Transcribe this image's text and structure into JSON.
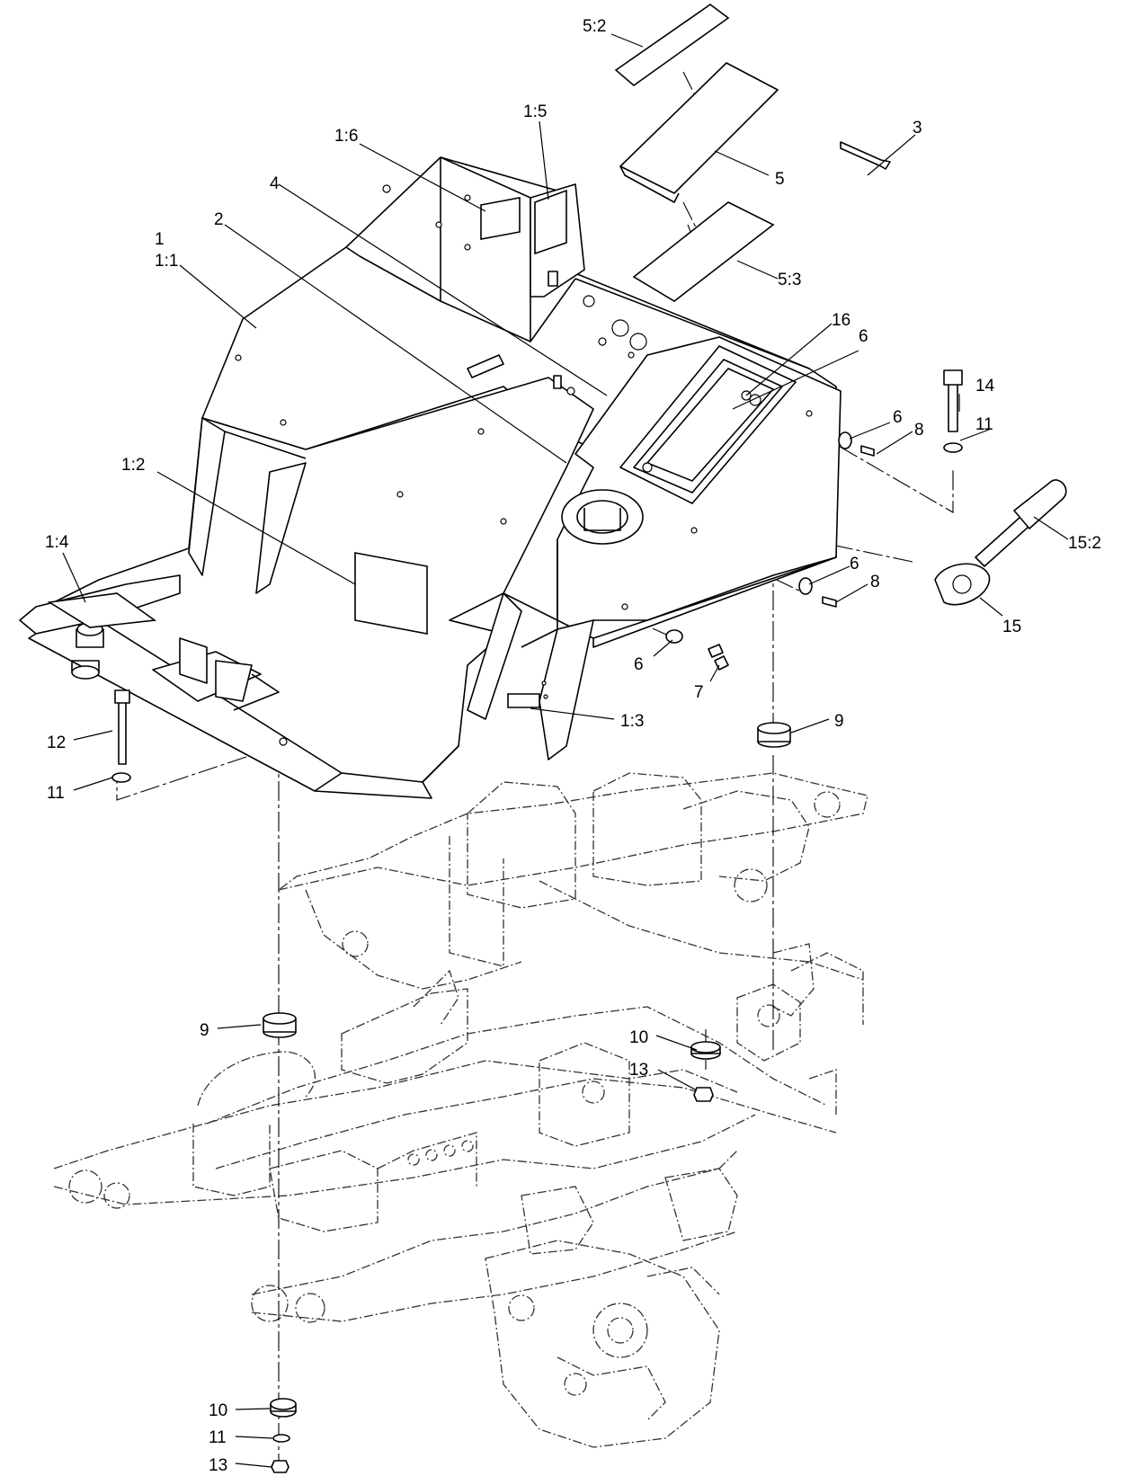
{
  "diagram": {
    "callouts": [
      {
        "id": "c-5-2",
        "text": "5:2"
      },
      {
        "id": "c-1-5",
        "text": "1:5"
      },
      {
        "id": "c-3",
        "text": "3"
      },
      {
        "id": "c-1-6",
        "text": "1:6"
      },
      {
        "id": "c-5",
        "text": "5"
      },
      {
        "id": "c-4",
        "text": "4"
      },
      {
        "id": "c-2",
        "text": "2"
      },
      {
        "id": "c-1",
        "text": "1"
      },
      {
        "id": "c-1-1",
        "text": "1:1"
      },
      {
        "id": "c-5-3",
        "text": "5:3"
      },
      {
        "id": "c-16",
        "text": "16"
      },
      {
        "id": "c-6a",
        "text": "6"
      },
      {
        "id": "c-14",
        "text": "14"
      },
      {
        "id": "c-6b",
        "text": "6"
      },
      {
        "id": "c-8a",
        "text": "8"
      },
      {
        "id": "c-11a",
        "text": "11"
      },
      {
        "id": "c-1-2",
        "text": "1:2"
      },
      {
        "id": "c-15-2",
        "text": "15:2"
      },
      {
        "id": "c-1-4",
        "text": "1:4"
      },
      {
        "id": "c-6c",
        "text": "6"
      },
      {
        "id": "c-8b",
        "text": "8"
      },
      {
        "id": "c-15",
        "text": "15"
      },
      {
        "id": "c-6d",
        "text": "6"
      },
      {
        "id": "c-7",
        "text": "7"
      },
      {
        "id": "c-1-3",
        "text": "1:3"
      },
      {
        "id": "c-9a",
        "text": "9"
      },
      {
        "id": "c-12",
        "text": "12"
      },
      {
        "id": "c-11b",
        "text": "11"
      },
      {
        "id": "c-9b",
        "text": "9"
      },
      {
        "id": "c-10a",
        "text": "10"
      },
      {
        "id": "c-13a",
        "text": "13"
      },
      {
        "id": "c-10b",
        "text": "10"
      },
      {
        "id": "c-11c",
        "text": "11"
      },
      {
        "id": "c-13b",
        "text": "13"
      }
    ]
  }
}
